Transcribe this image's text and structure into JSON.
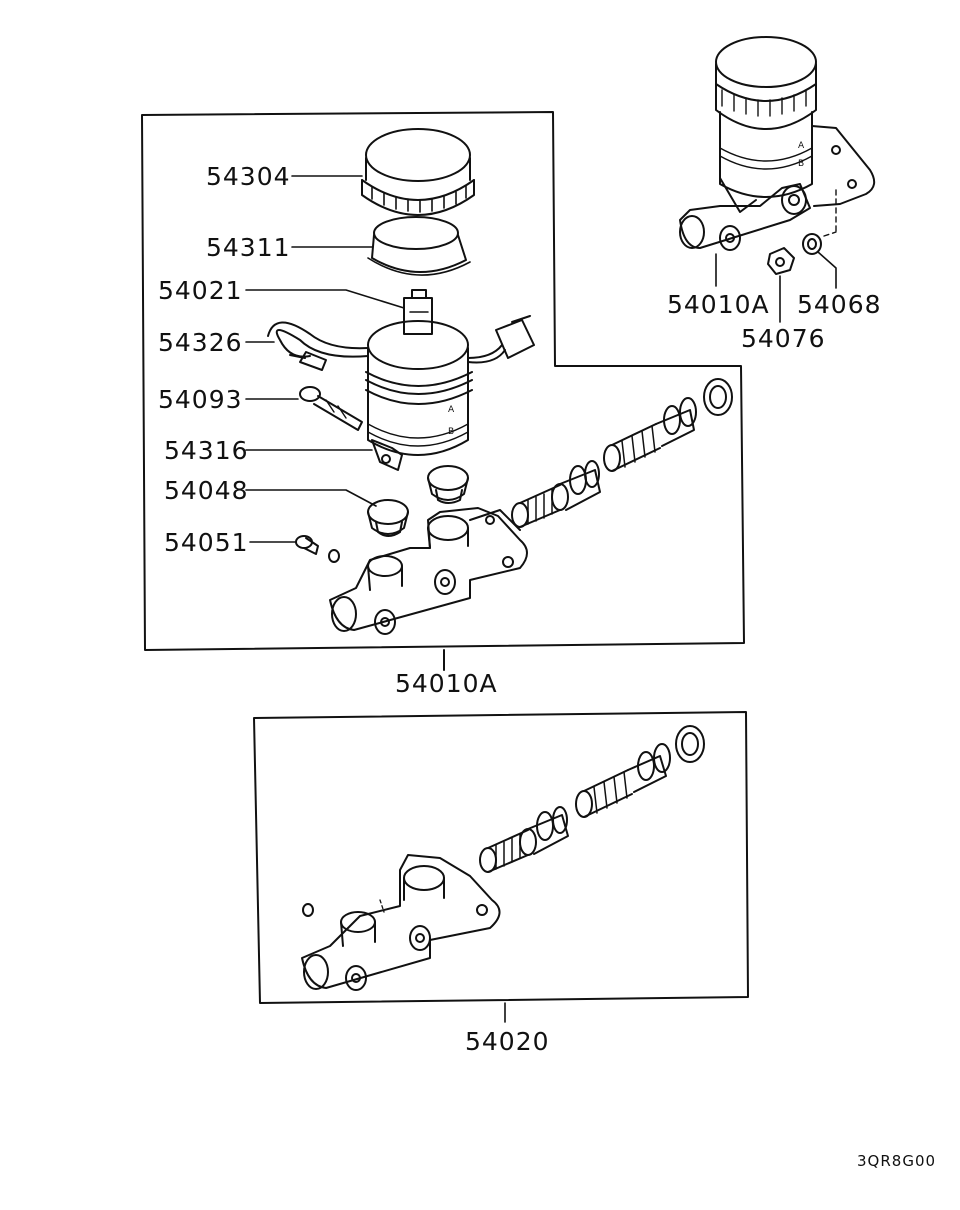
{
  "callouts": {
    "p54304": "54304",
    "p54311": "54311",
    "p54021": "54021",
    "p54326": "54326",
    "p54093": "54093",
    "p54316": "54316",
    "p54048": "54048",
    "p54051": "54051",
    "assy_top": "54010A",
    "assy_right": "54010A",
    "p54076": "54076",
    "p54068": "54068",
    "kit": "54020"
  },
  "drawing_code": "3QR8G00",
  "colors": {
    "ink": "#111111",
    "paper": "#ffffff"
  }
}
